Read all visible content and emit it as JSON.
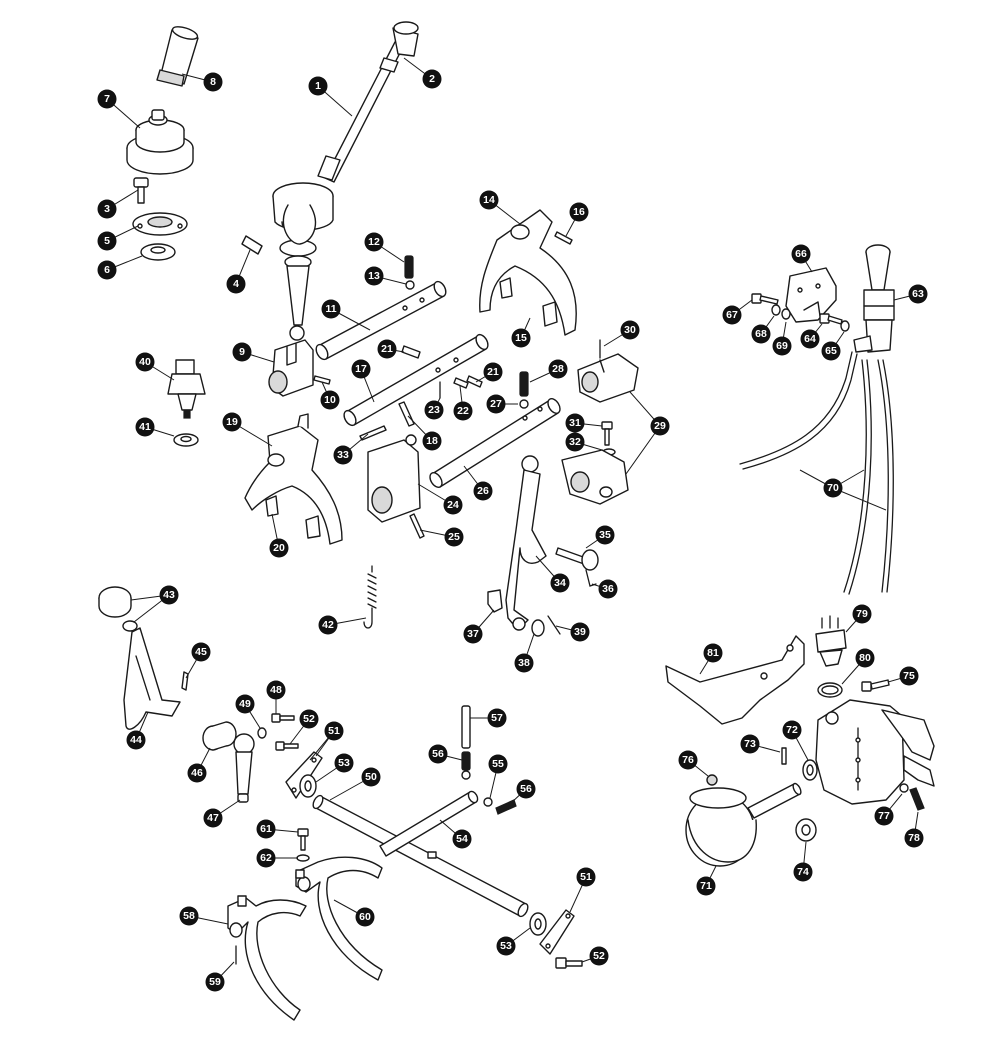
{
  "callouts": [
    "1",
    "2",
    "3",
    "4",
    "5",
    "6",
    "7",
    "8",
    "9",
    "10",
    "11",
    "12",
    "13",
    "14",
    "15",
    "16",
    "17",
    "18",
    "19",
    "20",
    "21",
    "21",
    "22",
    "23",
    "24",
    "25",
    "26",
    "27",
    "28",
    "29",
    "29",
    "30",
    "31",
    "32",
    "33",
    "34",
    "35",
    "36",
    "37",
    "38",
    "39",
    "40",
    "41",
    "42",
    "43",
    "44",
    "45",
    "46",
    "47",
    "48",
    "49",
    "50",
    "51",
    "51",
    "52",
    "52",
    "53",
    "53",
    "54",
    "55",
    "56",
    "56",
    "57",
    "58",
    "59",
    "60",
    "61",
    "62",
    "63",
    "64",
    "65",
    "66",
    "67",
    "68",
    "69",
    "70",
    "70",
    "70",
    "71",
    "72",
    "73",
    "74",
    "75",
    "76",
    "77",
    "78",
    "79",
    "80",
    "81"
  ],
  "colors": {
    "ink": "#1a1a1a",
    "callout_fill": "#111111",
    "callout_text": "#ffffff",
    "background": "#ffffff"
  }
}
